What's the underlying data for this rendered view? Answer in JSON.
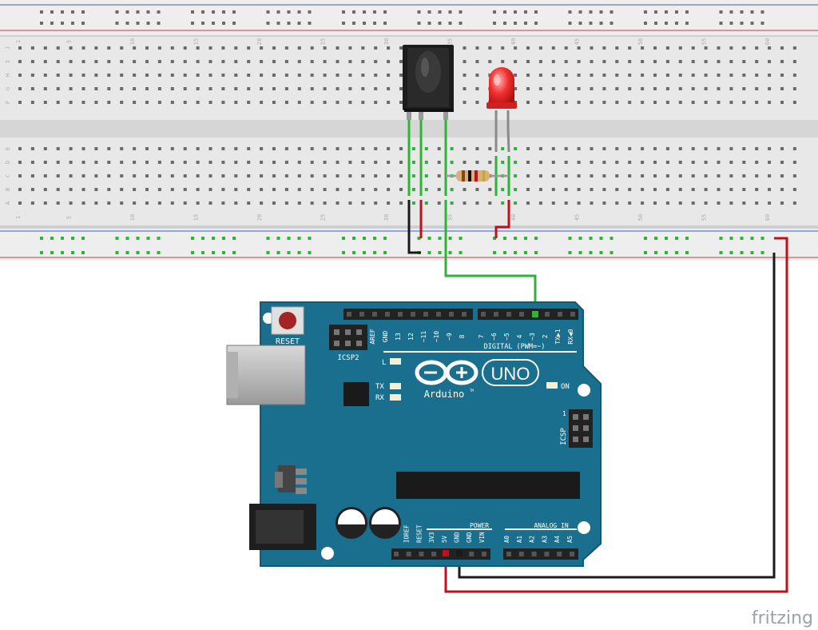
{
  "breadboard": {
    "column_numbers": [
      "1",
      "5",
      "10",
      "15",
      "20",
      "25",
      "30",
      "35",
      "40",
      "45",
      "50",
      "55",
      "60"
    ],
    "row_labels_top": [
      "J",
      "I",
      "H",
      "G",
      "F"
    ],
    "row_labels_bottom": [
      "E",
      "D",
      "C",
      "B",
      "A"
    ]
  },
  "arduino": {
    "reset_label": "RESET",
    "icsp2_label": "ICSP2",
    "icsp_label": "ICSP",
    "icsp_pin1": "1",
    "logo_text": "Arduino",
    "tm": "TM",
    "uno_text": "UNO",
    "on_label": "ON",
    "l_label": "L",
    "tx_label": "TX",
    "rx_label": "RX",
    "digital_label": "DIGITAL (PWM=~)",
    "digital_pins": [
      "AREF",
      "GND",
      "13",
      "12",
      "~11",
      "~10",
      "~9",
      "8",
      "7",
      "~6",
      "~5",
      "4",
      "~3",
      "2",
      "TX▶1",
      "RX◀0"
    ],
    "power_label": "POWER",
    "analog_label": "ANALOG IN",
    "power_pins": [
      "IOREF",
      "RESET",
      "3V3",
      "5V",
      "GND",
      "GND",
      "VIN"
    ],
    "analog_pins": [
      "A0",
      "A1",
      "A2",
      "A3",
      "A4",
      "A5"
    ]
  },
  "watermark": "fritzing",
  "colors": {
    "board": "#1a6f8e",
    "wire_green": "#2bb534",
    "wire_red": "#c0111a",
    "wire_black": "#1a1a1a",
    "led_red": "#ee2a2a",
    "rail_blue": "#3a5bd0",
    "rail_red": "#d03a3a"
  }
}
